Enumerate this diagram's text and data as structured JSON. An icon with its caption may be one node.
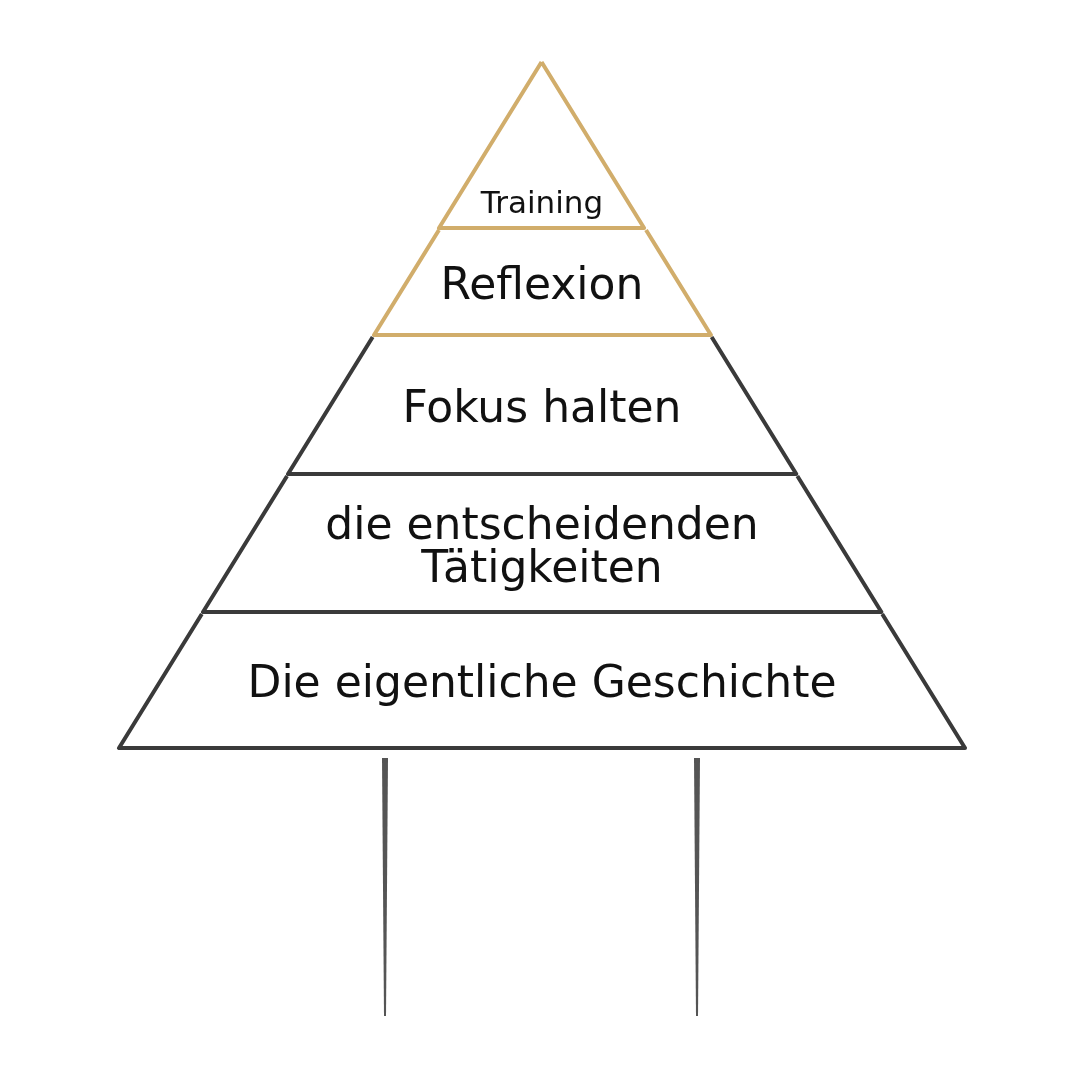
{
  "diagram": {
    "nodes": [
      {
        "text": [
          "Training"
        ]
      },
      {
        "text": [
          "Reflexion"
        ]
      },
      {
        "text": [
          "Fokus halten"
        ]
      },
      {
        "text": [
          "die entscheidenden Tätigkeiten"
        ]
      },
      {
        "text": [
          "Die eigentliche Geschichte"
        ]
      }
    ]
  }
}
